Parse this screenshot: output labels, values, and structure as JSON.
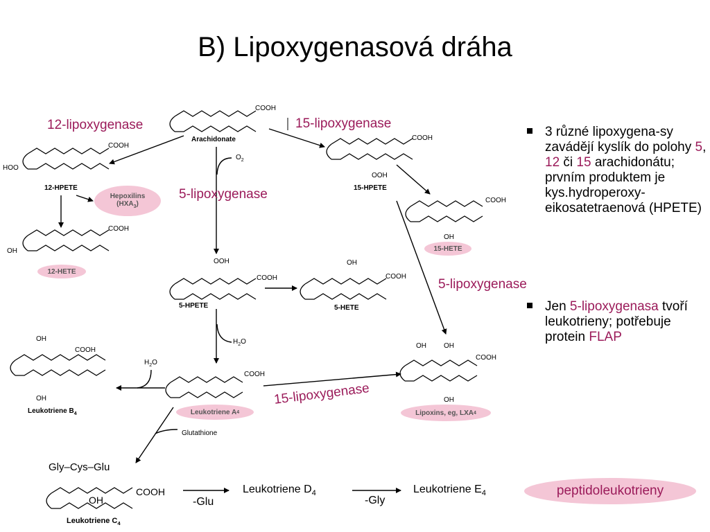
{
  "title": "B) Lipoxygenasová dráha",
  "enzymes": {
    "lox12": "12-lipoxygenase",
    "lox15_top": "15-lipoxygenase",
    "lox5_mid": "5-lipoxygenase",
    "lox5_right": "5-lipoxygenase",
    "lox15_bottom": "15-lipoxygenase"
  },
  "molecules": {
    "arachidonate": "Arachidonate",
    "hpete12": "12-HPETE",
    "hete12": "12-HETE",
    "hpete15": "15-HPETE",
    "hete15": "15-HETE",
    "hpete5": "5-HPETE",
    "hete5": "5-HETE",
    "ltb4": "Leukotriene B",
    "ltb4_sub": "4",
    "lta4": "Leukotriene A",
    "lta4_sub": "4",
    "ltc4": "Leukotriene C",
    "ltc4_sub": "4",
    "lipoxins": "Lipoxins, eg, LXA",
    "lipoxins_sub": "4",
    "hepoxilins_line1": "Hepoxilins",
    "hepoxilins_line2": "(HXA",
    "hepoxilins_sub": "3",
    "hepoxilins_close": ")"
  },
  "groups": {
    "cooh": "COOH",
    "ooh": "OOH",
    "oh": "OH",
    "hoo": "HOO",
    "o2": "O",
    "o2_sub": "2",
    "h2o_h": "H",
    "h2o_sub": "2",
    "h2o_o": "O",
    "glutathione": "Glutathione",
    "gly_cys_glu": "Gly–Cys–Glu"
  },
  "cascade": {
    "ltd4": "Leukotriene D",
    "ltd4_sub": "4",
    "lte4": "Leukotriene E",
    "lte4_sub": "4",
    "minus_glu": "-Glu",
    "minus_gly": "-Gly",
    "peptido": "peptidoleukotrieny"
  },
  "bullets": [
    {
      "parts": [
        "3 různé lipoxygena-sy zavádějí kyslík do polohy ",
        "5",
        ", ",
        "12",
        " či ",
        "15",
        " arachidonátu; prvním produktem je kys.hydroperoxy-eikosatetraenová (HPETE)"
      ]
    },
    {
      "parts": [
        "Jen ",
        "5-lipoxygenasa",
        " tvoří leukotrieny; potřebuje protein ",
        "FLAP"
      ]
    }
  ],
  "colors": {
    "accent": "#9b1b5a",
    "pill": "#f4c6d6"
  }
}
